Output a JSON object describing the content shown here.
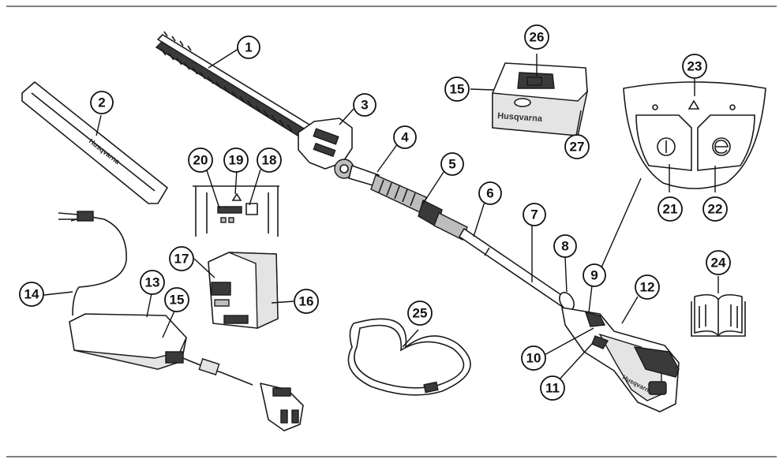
{
  "callouts": [
    {
      "id": "c1",
      "label": "1"
    },
    {
      "id": "c2",
      "label": "2"
    },
    {
      "id": "c3",
      "label": "3"
    },
    {
      "id": "c4",
      "label": "4"
    },
    {
      "id": "c5",
      "label": "5"
    },
    {
      "id": "c6",
      "label": "6"
    },
    {
      "id": "c7",
      "label": "7"
    },
    {
      "id": "c8",
      "label": "8"
    },
    {
      "id": "c9",
      "label": "9"
    },
    {
      "id": "c10",
      "label": "10"
    },
    {
      "id": "c11",
      "label": "11"
    },
    {
      "id": "c12",
      "label": "12"
    },
    {
      "id": "c13",
      "label": "13"
    },
    {
      "id": "c14",
      "label": "14"
    },
    {
      "id": "c15a",
      "label": "15"
    },
    {
      "id": "c15b",
      "label": "15"
    },
    {
      "id": "c16",
      "label": "16"
    },
    {
      "id": "c17",
      "label": "17"
    },
    {
      "id": "c18",
      "label": "18"
    },
    {
      "id": "c19",
      "label": "19"
    },
    {
      "id": "c20",
      "label": "20"
    },
    {
      "id": "c21",
      "label": "21"
    },
    {
      "id": "c22",
      "label": "22"
    },
    {
      "id": "c23",
      "label": "23"
    },
    {
      "id": "c24",
      "label": "24"
    },
    {
      "id": "c25",
      "label": "25"
    },
    {
      "id": "c26",
      "label": "26"
    },
    {
      "id": "c27",
      "label": "27"
    }
  ],
  "brand_text": "Husqvarna",
  "colors": {
    "line": "#1a1a1a",
    "background": "#ffffff"
  }
}
